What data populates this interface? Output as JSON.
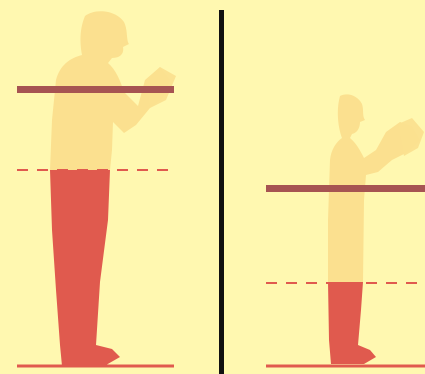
{
  "colors": {
    "background": "#fff8b0",
    "body_silhouette": "#fbe08f",
    "legs": "#e05a4e",
    "upper_bar": "#a65452",
    "dashed_line": "#e05a4e",
    "floor_line": "#e05a4e",
    "divider": "#111111"
  },
  "panels": [
    {
      "id": "left",
      "figure": "tall-person-reading-book",
      "legs_visible": true,
      "icon": "person-reading-icon"
    },
    {
      "id": "right",
      "figure": "short-person-reading-book",
      "legs_visible": true,
      "icon": "person-reading-icon"
    }
  ]
}
